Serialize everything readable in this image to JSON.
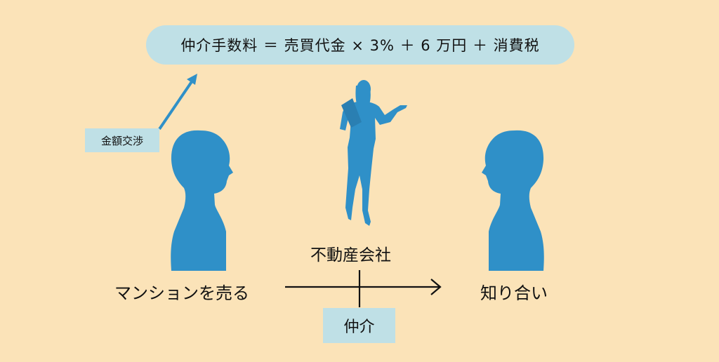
{
  "formula": "仲介手数料 ＝ 売買代金 × 3% ＋ 6 万円 ＋ 消費税",
  "negotiation_tag": "金額交渉",
  "company_label": "不動産会社",
  "seller_label": "マンションを売る",
  "acquaintance_label": "知り合い",
  "broker_label": "仲介",
  "colors": {
    "background": "#fbe3b8",
    "box": "#bfe0e6",
    "silhouette": "#2f90c8",
    "arrow": "#2f90c8"
  }
}
